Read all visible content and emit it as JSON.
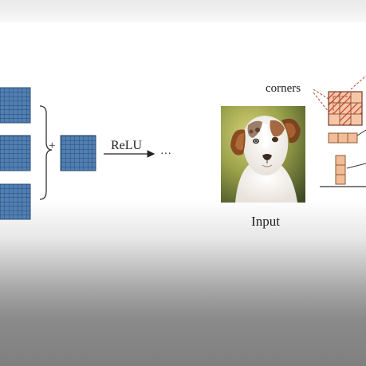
{
  "labels": {
    "relu": "ReLU",
    "ellipsis": "···",
    "plus": "+",
    "input": "Input",
    "corners": "corners"
  },
  "photo": {
    "subject": "dog-photo"
  },
  "colors": {
    "grid_fill": "#4f7fb4",
    "grid_line": "#2f4c6e",
    "cell_fill": "#f2bd96",
    "cell_line": "#8a5a3a",
    "hatch_stroke": "#c0392b",
    "dashed_stroke": "#b64a30"
  }
}
